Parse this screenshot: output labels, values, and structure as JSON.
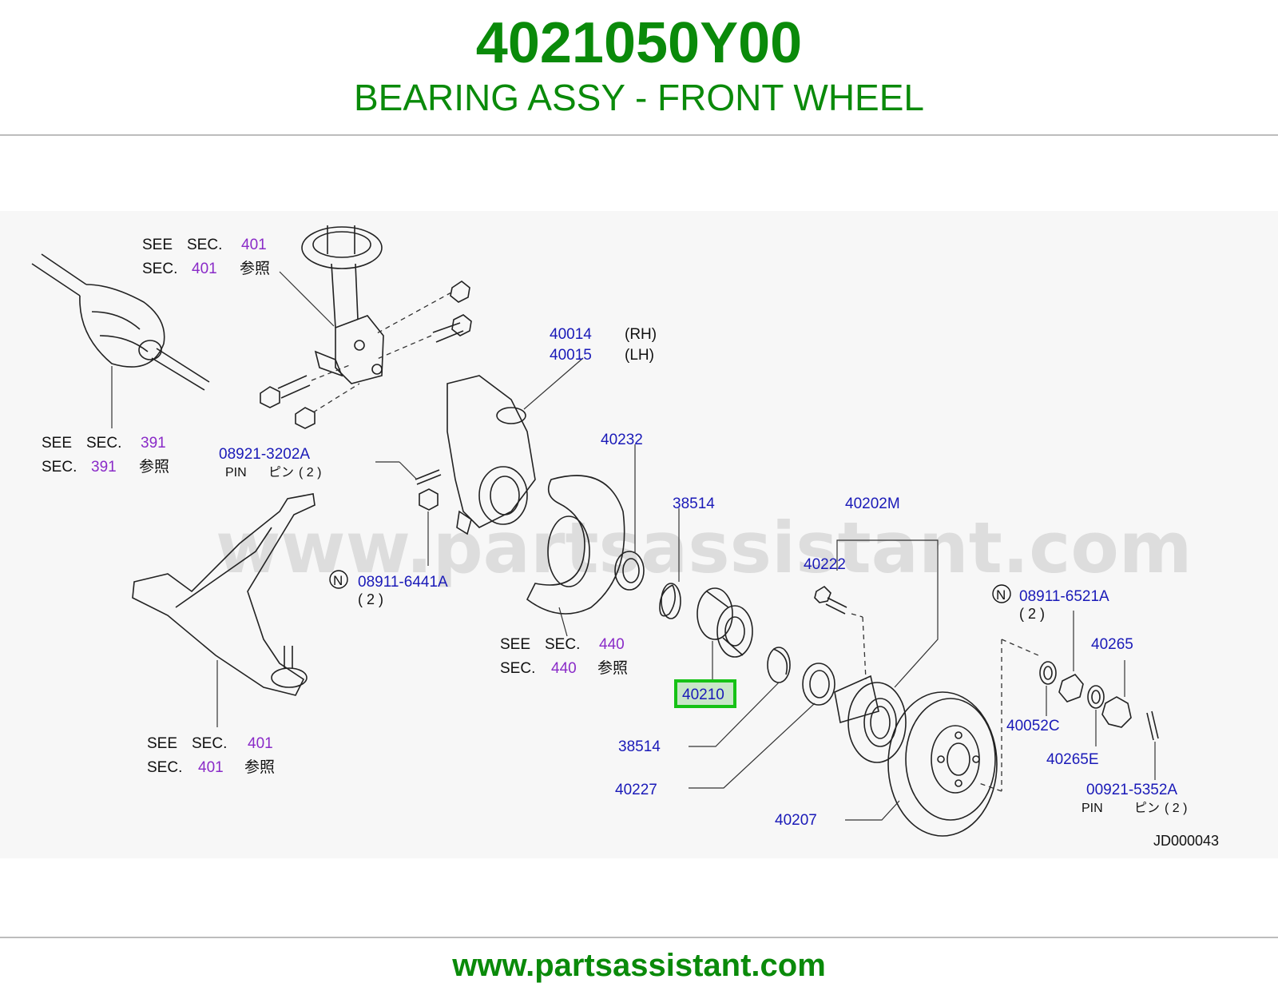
{
  "header": {
    "part_number": "4021050Y00",
    "part_name": "BEARING ASSY - FRONT WHEEL"
  },
  "footer": {
    "url": "www.partsassistant.com"
  },
  "watermark": "www.partsassistant.com",
  "diagram_code": "JD000043",
  "colors": {
    "brand_green": "#0a8a0a",
    "part_blue": "#1a1ab8",
    "section_purple": "#8a2bc8",
    "highlight_green": "#16c216"
  },
  "terms": {
    "see": "SEE",
    "sec": "SEC.",
    "ref": "参照",
    "pin": "PIN",
    "pin_jp": "ピン",
    "qty2": "( 2 )",
    "n": "N",
    "rh": "(RH)",
    "lh": "(LH)"
  },
  "sections": {
    "s401": "401",
    "s391": "391",
    "s440": "440"
  },
  "parts": {
    "p40014": "40014",
    "p40015": "40015",
    "p08921_3202A": "08921-3202A",
    "p40232": "40232",
    "p38514_top": "38514",
    "p40202M": "40202M",
    "p40222": "40222",
    "p08911_6441A": "08911-6441A",
    "p08911_6521A": "08911-6521A",
    "p40265": "40265",
    "p40210": "40210",
    "p40052C": "40052C",
    "p38514_bottom": "38514",
    "p40265E": "40265E",
    "p40227": "40227",
    "p00921_5352A": "00921-5352A",
    "p40207": "40207"
  }
}
